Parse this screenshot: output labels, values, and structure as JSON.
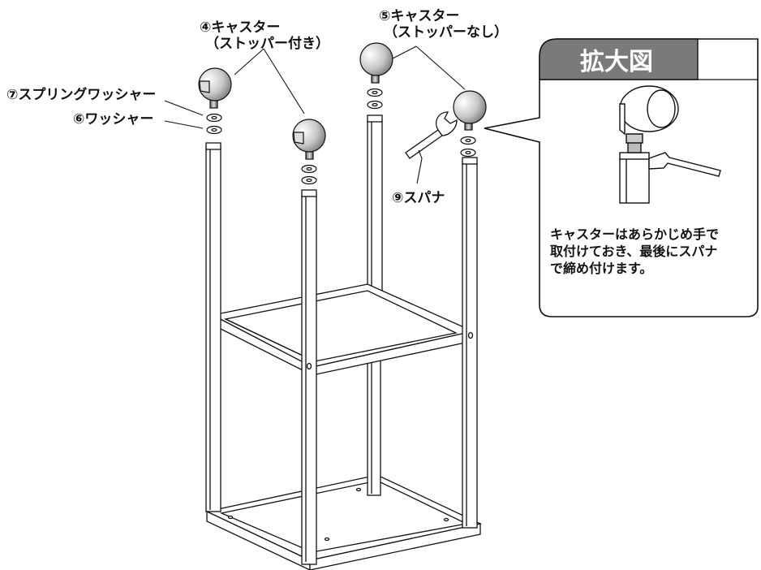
{
  "labels": {
    "caster_with_stopper_line1": "④キャスター",
    "caster_with_stopper_line2": "（ストッパー付き）",
    "caster_no_stopper_line1": "⑤キャスター",
    "caster_no_stopper_line2": "（ストッパーなし）",
    "spring_washer": "⑦スプリングワッシャー",
    "washer": "⑥ワッシャー",
    "spanner": "⑨スパナ"
  },
  "callout": {
    "title": "拡大図",
    "text_lines": [
      "キャスターはあらかじめ手で",
      "取付けておき、最後にスパナ",
      "で締め付けます。"
    ],
    "title_bg": "#7a7a7a"
  }
}
